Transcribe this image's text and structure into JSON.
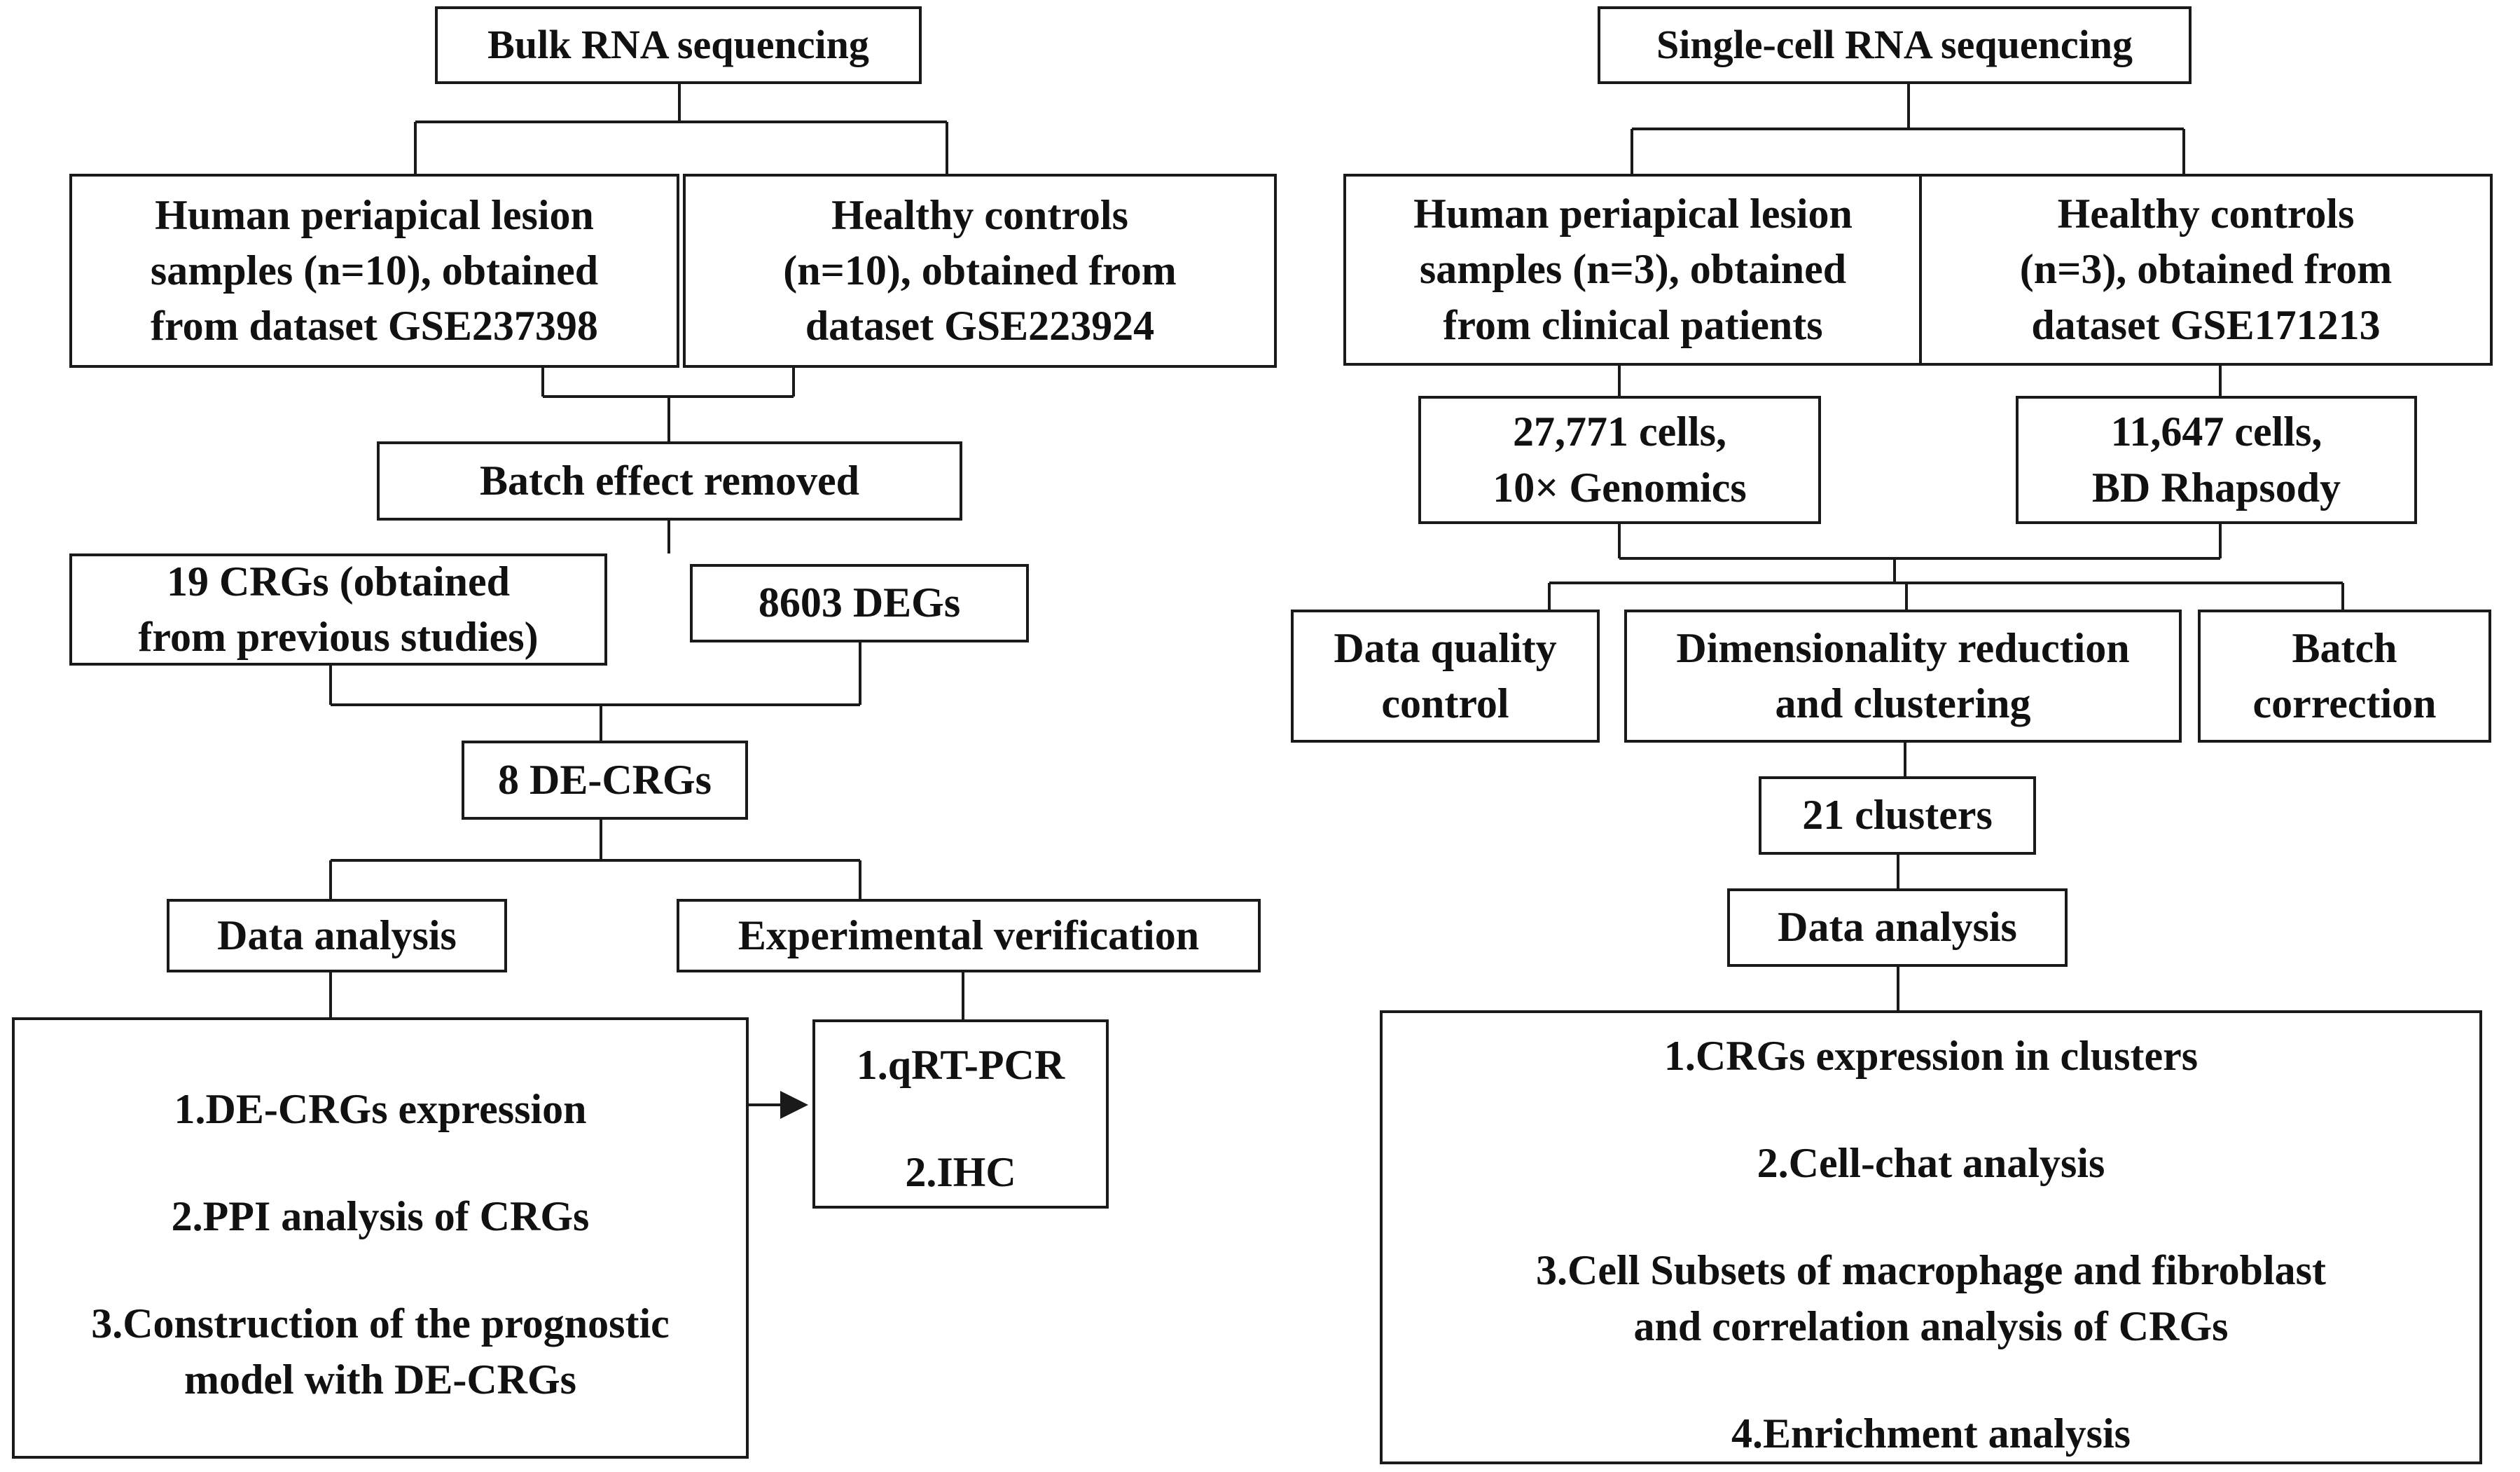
{
  "bulk": {
    "title": "Bulk RNA sequencing",
    "lesion": [
      "Human periapical lesion",
      "samples (n=10), obtained",
      "from dataset GSE237398"
    ],
    "controls": [
      "Healthy controls",
      "(n=10), obtained from",
      "dataset GSE223924"
    ],
    "batch": "Batch effect removed",
    "crgs": [
      "19 CRGs (obtained",
      "from previous studies)"
    ],
    "degs": "8603 DEGs",
    "decrgs": "8 DE-CRGs",
    "data_analysis": "Data analysis",
    "experimental": "Experimental verification",
    "analysis_items": [
      "1.DE-CRGs expression",
      "2.PPI analysis of CRGs",
      "3.Construction of the prognostic",
      "model with DE-CRGs"
    ],
    "verification_items": [
      "1.qRT-PCR",
      "2.IHC"
    ]
  },
  "single": {
    "title": "Single-cell RNA sequencing",
    "lesion": [
      "Human periapical lesion",
      "samples (n=3), obtained",
      "from clinical patients"
    ],
    "controls": [
      "Healthy controls",
      "(n=3), obtained from",
      "dataset GSE171213"
    ],
    "cells_a": [
      "27,771 cells,",
      "10× Genomics"
    ],
    "cells_b": [
      "11,647 cells,",
      "BD Rhapsody"
    ],
    "qc": [
      "Data quality",
      "control"
    ],
    "dimred": [
      "Dimensionality reduction",
      "and clustering"
    ],
    "batch_corr": [
      "Batch",
      "correction"
    ],
    "clusters": "21 clusters",
    "data_analysis": "Data analysis",
    "analysis_items": [
      "1.CRGs expression in clusters",
      "2.Cell-chat analysis",
      "3.Cell Subsets of macrophage and fibroblast",
      "and correlation analysis of CRGs",
      "4.Enrichment analysis"
    ]
  }
}
